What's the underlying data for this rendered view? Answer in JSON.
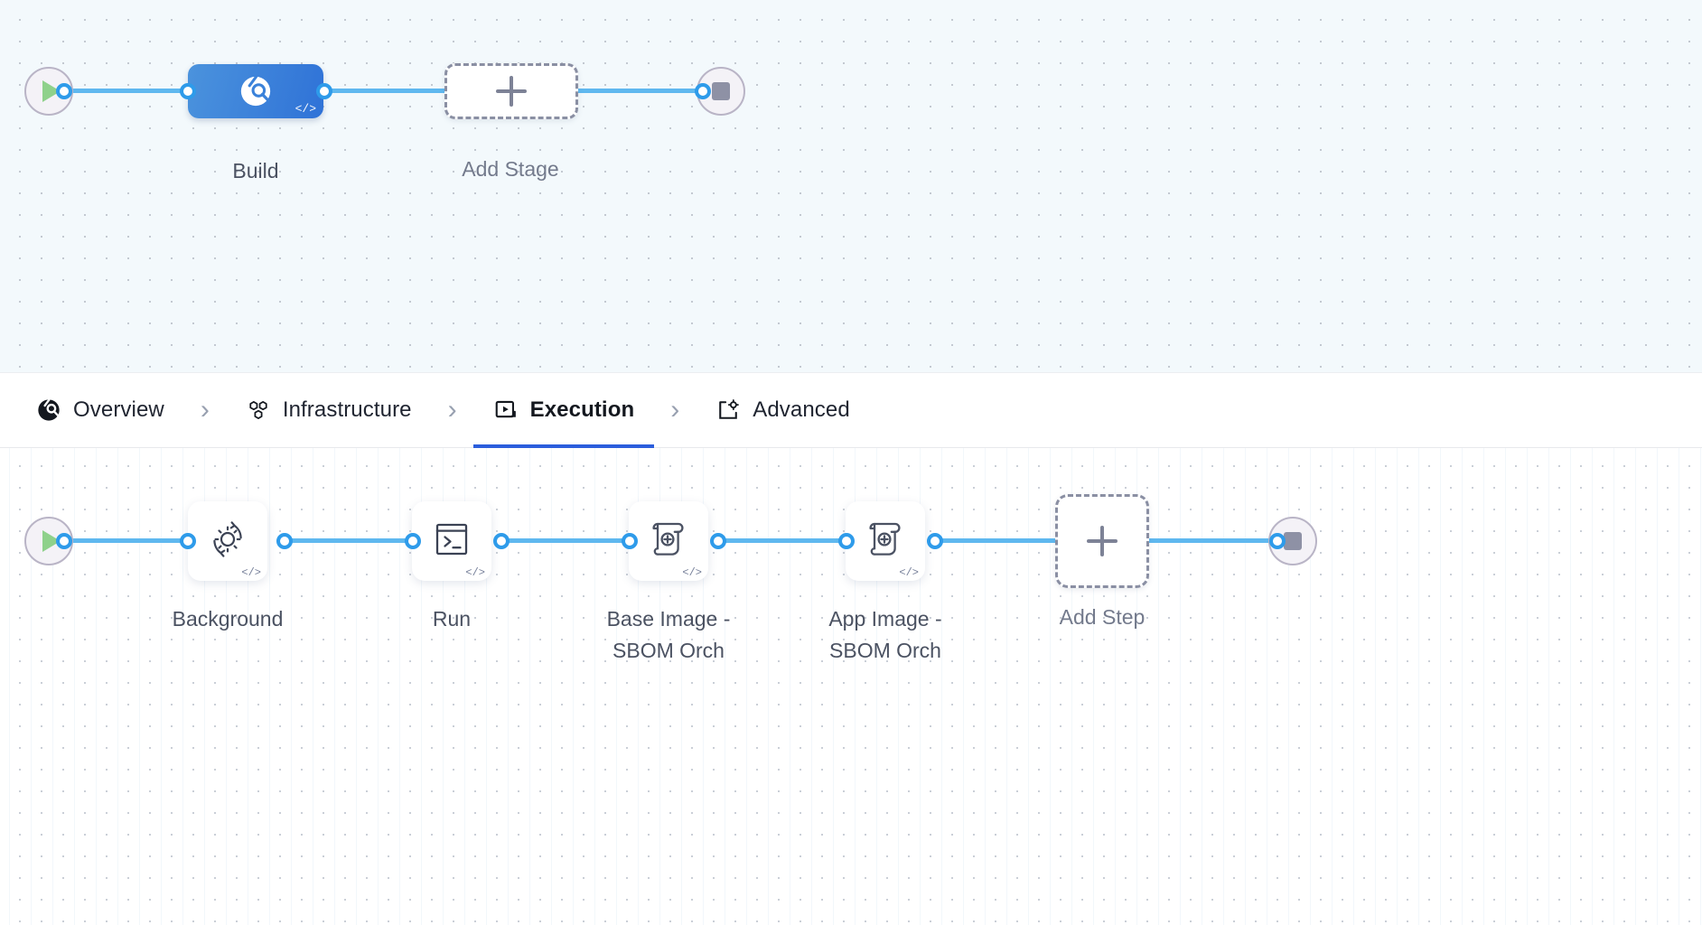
{
  "canvas_top": {
    "name": "stage-graph",
    "background_color": "#f3f9fc",
    "start_node": {
      "icon": "play-icon",
      "label": ""
    },
    "end_node": {
      "icon": "stop-icon",
      "label": ""
    },
    "nodes": [
      {
        "id": "build",
        "label": "Build",
        "type": "stage",
        "icon": "harness-pipeline-icon",
        "badge": "</>",
        "selected": true,
        "accent": "#2f72d7"
      },
      {
        "id": "add-stage",
        "label": "Add Stage",
        "type": "add",
        "icon": "plus-icon"
      }
    ]
  },
  "tabs": {
    "separator": "›",
    "active_underline_color": "#2b5edc",
    "items": [
      {
        "id": "overview",
        "label": "Overview",
        "icon": "overview-donut-icon",
        "active": false
      },
      {
        "id": "infrastructure",
        "label": "Infrastructure",
        "icon": "infrastructure-hexagons-icon",
        "active": false
      },
      {
        "id": "execution",
        "label": "Execution",
        "icon": "execution-play-box-icon",
        "active": true
      },
      {
        "id": "advanced",
        "label": "Advanced",
        "icon": "advanced-gear-page-icon",
        "active": false
      }
    ]
  },
  "canvas_bottom": {
    "name": "execution-step-graph",
    "background_color": "#ffffff",
    "start_node": {
      "icon": "play-icon",
      "label": ""
    },
    "end_node": {
      "icon": "stop-icon",
      "label": ""
    },
    "steps": [
      {
        "id": "background",
        "label": "Background",
        "icon": "gear-refresh-icon",
        "badge": "</>"
      },
      {
        "id": "run",
        "label": "Run",
        "icon": "terminal-icon",
        "badge": "</>"
      },
      {
        "id": "base-image-sbom-orch",
        "label": "Base Image -\nSBOM Orch",
        "icon": "scroll-plus-icon",
        "badge": "</>"
      },
      {
        "id": "app-image-sbom-orch",
        "label": "App Image -\nSBOM Orch",
        "icon": "scroll-plus-icon",
        "badge": "</>"
      },
      {
        "id": "add-step",
        "label": "Add Step",
        "icon": "plus-icon",
        "type": "add"
      }
    ]
  },
  "colors": {
    "edge": "#5fb8ef",
    "port_ring": "#2e9bea",
    "play_green": "#8fd18b",
    "stop_gray": "#8e91a5",
    "stage_blue": "#2f72d7",
    "text_dark": "#1f2430",
    "text_muted": "#737a8c"
  }
}
